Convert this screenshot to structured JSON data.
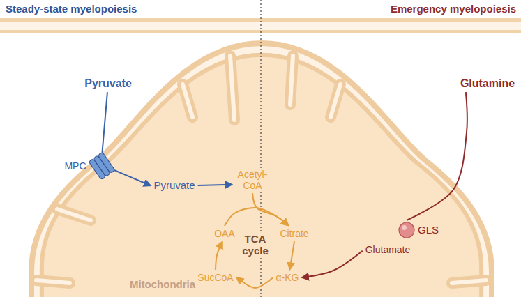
{
  "diagram": {
    "nodes": [
      {
        "text": [
          "Mitochondria"
        ]
      },
      {
        "text": [
          "Pyruvate"
        ]
      },
      {
        "text": [
          "Glutamine"
        ]
      },
      {
        "text": [
          "MPC"
        ],
        "in": 0
      },
      {
        "text": [
          "Pyruvate"
        ],
        "in": 0
      },
      {
        "text": [
          "Acetyl-CoA"
        ],
        "in": 0
      },
      {
        "text": [
          "Citrate"
        ],
        "in": 0
      },
      {
        "text": [
          "α-KG"
        ],
        "in": 0
      },
      {
        "text": [
          "SucCoA"
        ],
        "in": 0
      },
      {
        "text": [
          "OAA"
        ],
        "in": 0
      },
      {
        "text": [
          "GLS"
        ],
        "in": 0
      },
      {
        "text": [
          "Glutamate"
        ],
        "in": 0
      }
    ],
    "edges": [
      {
        "from": 1,
        "to": 4,
        "arrow": "to"
      },
      {
        "from": 4,
        "to": 5,
        "arrow": "to"
      },
      {
        "from": 5,
        "to": 6,
        "arrow": "to"
      },
      {
        "from": 9,
        "to": 6,
        "arrow": "to"
      },
      {
        "from": 6,
        "to": 7,
        "arrow": "to"
      },
      {
        "from": 7,
        "to": 8,
        "arrow": "to"
      },
      {
        "from": 8,
        "to": 9,
        "arrow": "to"
      },
      {
        "from": 2,
        "to": 10,
        "arrow": "none"
      },
      {
        "from": 11,
        "to": 7,
        "arrow": "to"
      }
    ],
    "labels": [
      "Steady-state myelopoiesis",
      "Emergency myelopoiesis",
      "TCA cycle"
    ]
  }
}
